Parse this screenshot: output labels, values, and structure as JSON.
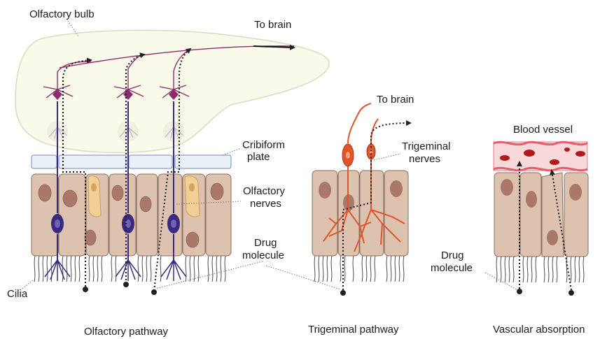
{
  "labels": {
    "olfactory_bulb": "Olfactory bulb",
    "to_brain_olfactory": "To brain",
    "to_brain_trigeminal": "To brain",
    "cribiform_line1": "Cribiform",
    "cribiform_line2": "plate",
    "olfactory_nerves_line1": "Olfactory",
    "olfactory_nerves_line2": "nerves",
    "trigeminal_nerves_line1": "Trigeminal",
    "trigeminal_nerves_line2": "nerves",
    "blood_vessel": "Blood vessel",
    "drug_molecule_center_line1": "Drug",
    "drug_molecule_center_line2": "molecule",
    "drug_molecule_right_line1": "Drug",
    "drug_molecule_right_line2": "molecule",
    "cilia": "Cilia"
  },
  "captions": {
    "olfactory": "Olfactory pathway",
    "trigeminal": "Trigeminal pathway",
    "vascular": "Vascular absorption"
  },
  "colors": {
    "epithelial_cell": "#ddc2b0",
    "nucleus": "#a9786a",
    "olfactory_neuron": "#3a2a7e",
    "bulb_neuron": "#8e2b6e",
    "trigeminal_neuron": "#e0542a",
    "support_cell": "#f2cf95",
    "bulb_fill": "#fafaea",
    "cribiform_plate": "#e8f1f8",
    "blood_cell": "#b3181c",
    "vessel": "#f7b7be"
  }
}
